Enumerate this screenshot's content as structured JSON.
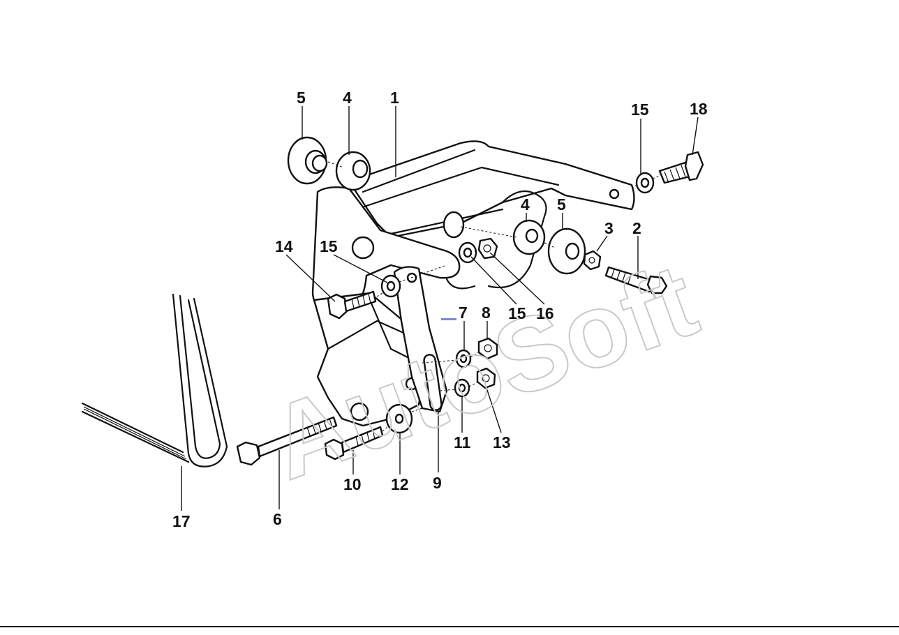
{
  "diagram": {
    "watermark": "AutoSoft",
    "callouts": [
      {
        "id": "c-5-top",
        "label": "5"
      },
      {
        "id": "c-4-top",
        "label": "4"
      },
      {
        "id": "c-1",
        "label": "1"
      },
      {
        "id": "c-15-top",
        "label": "15"
      },
      {
        "id": "c-18",
        "label": "18"
      },
      {
        "id": "c-4-mid",
        "label": "4"
      },
      {
        "id": "c-5-mid",
        "label": "5"
      },
      {
        "id": "c-3",
        "label": "3"
      },
      {
        "id": "c-2",
        "label": "2"
      },
      {
        "id": "c-14",
        "label": "14"
      },
      {
        "id": "c-15-left",
        "label": "15"
      },
      {
        "id": "c-15-mid",
        "label": "15"
      },
      {
        "id": "c-16",
        "label": "16"
      },
      {
        "id": "c-7",
        "label": "7"
      },
      {
        "id": "c-8",
        "label": "8"
      },
      {
        "id": "c-11",
        "label": "11"
      },
      {
        "id": "c-13",
        "label": "13"
      },
      {
        "id": "c-9",
        "label": "9"
      },
      {
        "id": "c-10",
        "label": "10"
      },
      {
        "id": "c-12",
        "label": "12"
      },
      {
        "id": "c-6",
        "label": "6"
      },
      {
        "id": "c-17",
        "label": "17"
      }
    ]
  }
}
